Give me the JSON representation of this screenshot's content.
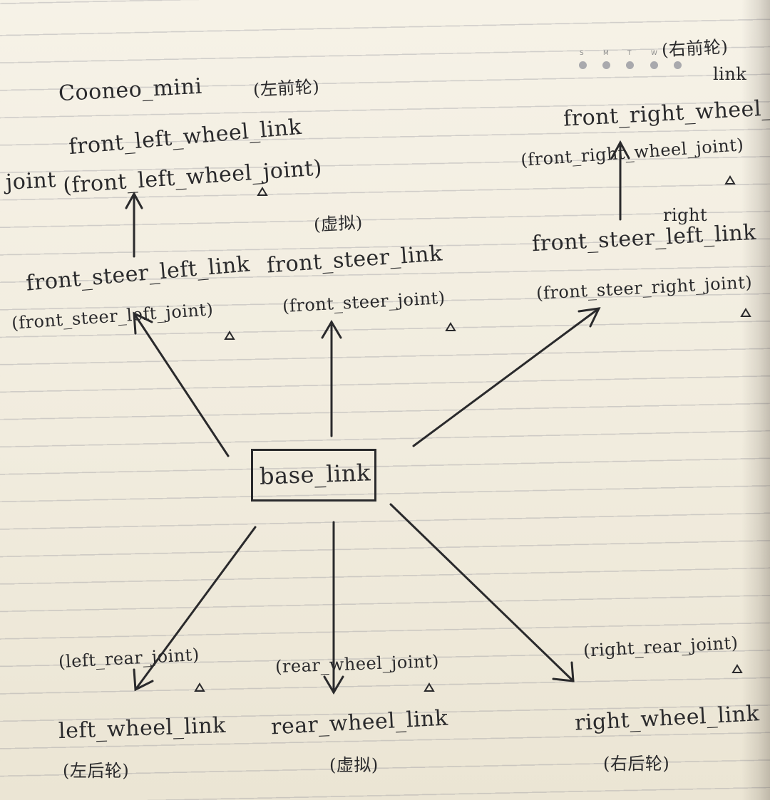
{
  "robot_name": "Cooneo_mini",
  "robot_note": "(左前轮)",
  "calendar": [
    "S",
    "M",
    "T",
    "W"
  ],
  "nodes": {
    "front_left_wheel": {
      "label": "front_left_wheel_link",
      "joint": "(front_left_wheel_joint)",
      "joint_prefix": "joint"
    },
    "front_right_wheel": {
      "label": "front_right_wheel_",
      "label_note": "(右前轮)",
      "label_suffix": "link",
      "joint": "(front_right_wheel_joint)"
    },
    "front_steer_left": {
      "label": "front_steer_left_link",
      "joint": "(front_steer_left_joint)"
    },
    "front_steer": {
      "label": "front_steer_link",
      "note": "(虚拟)",
      "joint": "(front_steer_joint)"
    },
    "front_steer_right": {
      "label": "front_steer_left_link",
      "correction": "right",
      "joint": "(front_steer_right_joint)"
    },
    "base": {
      "label": "base_link"
    },
    "left_wheel": {
      "label": "left_wheel_link",
      "joint": "(left_rear_joint)",
      "note": "(左后轮)"
    },
    "rear_wheel": {
      "label": "rear_wheel_link",
      "joint": "(rear_wheel_joint)",
      "note": "(虚拟)"
    },
    "right_wheel": {
      "label": "right_wheel_link",
      "joint": "(right_rear_joint)",
      "note": "(右后轮)"
    }
  },
  "colors": {
    "ink": "#2a2a2c",
    "paper": "#f3efe2",
    "rule": "#8c8c96"
  }
}
